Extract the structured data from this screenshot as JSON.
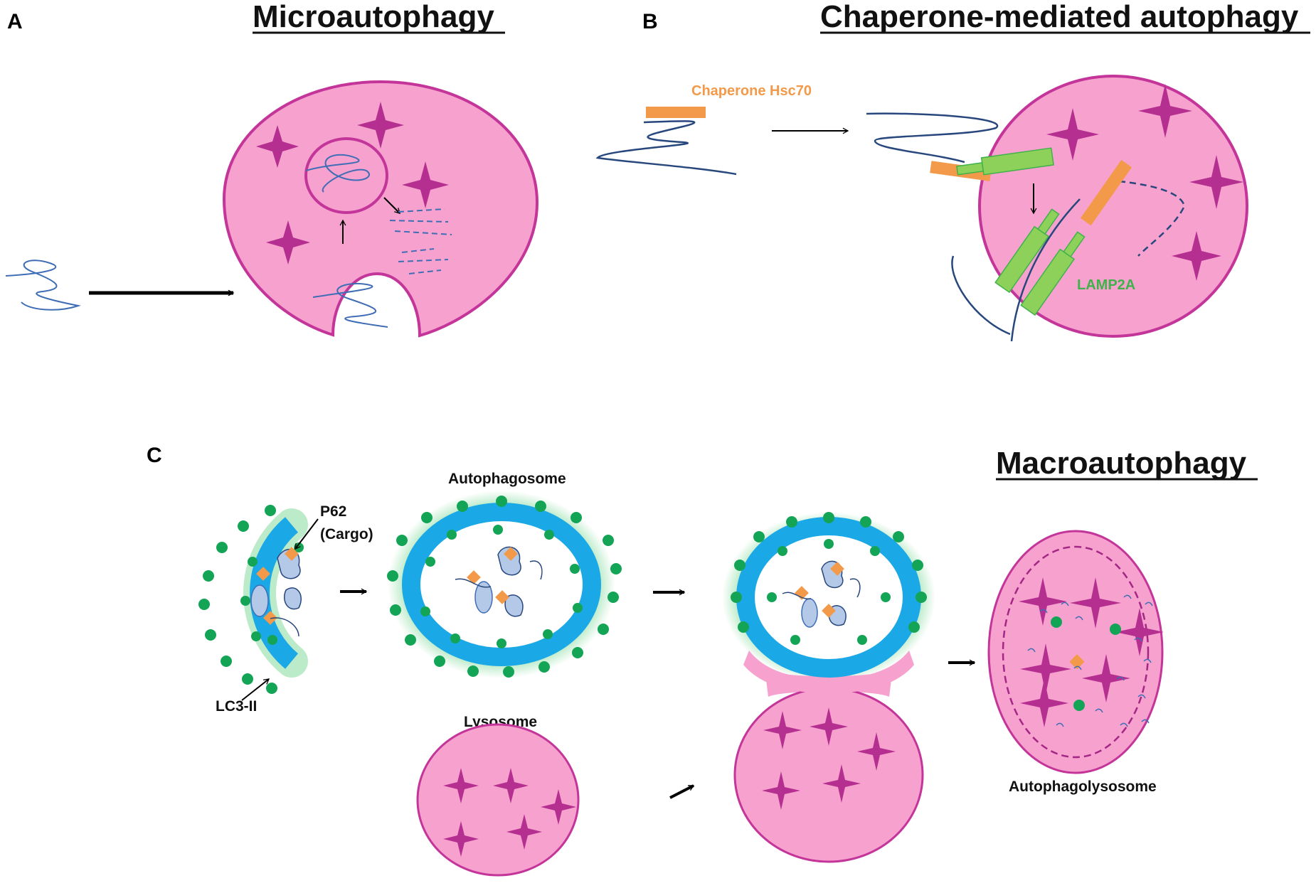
{
  "colors": {
    "lysosome_fill": "#f7a1cf",
    "lysosome_stroke": "#c4359a",
    "star": "#b42f90",
    "protein_strand": "#3f6db5",
    "chaperone": "#f39a4a",
    "lamp2a": "#8ed15a",
    "membrane": "#1ba8e6",
    "lc3": "#13a555",
    "cargo": "#f39a4a"
  },
  "panel_a": {
    "letter": "A",
    "title": "Microautophagy"
  },
  "panel_b": {
    "letter": "B",
    "title": "Chaperone-mediated autophagy",
    "chaperone_label": "Chaperone Hsc70",
    "lamp2a_label": "LAMP2A"
  },
  "panel_c": {
    "letter": "C",
    "title": "Macroautophagy",
    "p62_label_line1": "P62",
    "p62_label_line2": "(Cargo)",
    "lc3_label": "LC3-II",
    "autophagosome_label": "Autophagosome",
    "lysosome_label": "Lysosome",
    "autophagolysosome_label": "Autophagolysosome"
  }
}
